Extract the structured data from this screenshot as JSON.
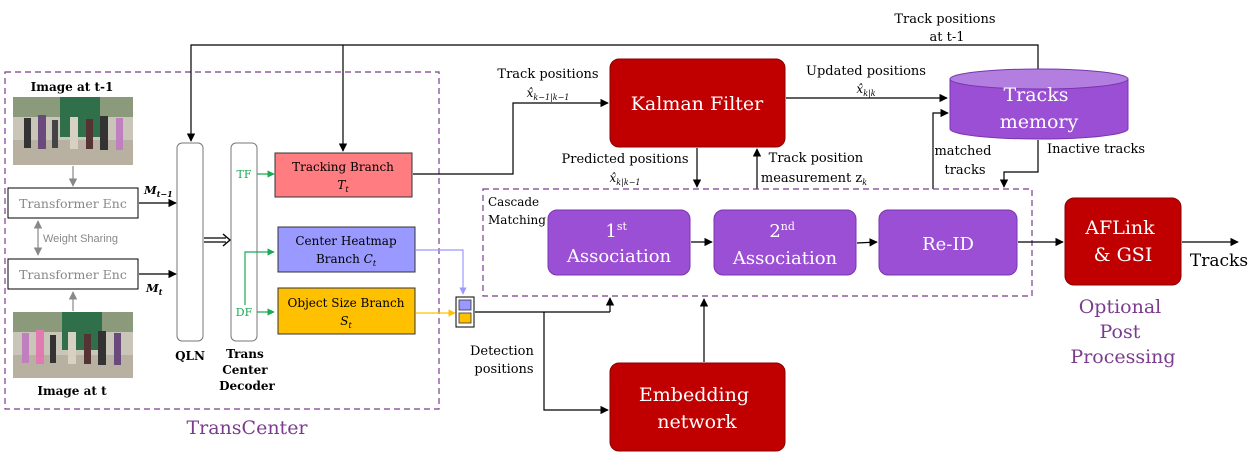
{
  "transcenter": {
    "title": "TransCenter",
    "image_t1": "Image at t-1",
    "image_t": "Image at t",
    "encoder_top": "Transformer Enc",
    "encoder_bottom": "Transformer Enc",
    "weight_sharing": "Weight Sharing",
    "m_t1": "M",
    "m_t1_sub": "t−1",
    "m_t": "M",
    "m_t_sub": "t",
    "qln": "QLN",
    "decoder_line1": "Trans",
    "decoder_line2": "Center",
    "decoder_line3": "Decoder",
    "tf": "TF",
    "df": "DF",
    "tracking_branch": "Tracking Branch",
    "tracking_symbol": "T",
    "center_heatmap_line1": "Center Heatmap",
    "center_heatmap_line2": "Branch",
    "center_symbol": "C",
    "object_size_line1": "Object Size Branch",
    "size_symbol": "S",
    "sub_t": "t"
  },
  "kalman": {
    "label": "Kalman Filter",
    "track_positions": "Track positions",
    "track_pos_formula": "x̂",
    "track_pos_sub": "k−1|k−1",
    "updated_positions": "Updated positions",
    "updated_formula": "x̂",
    "updated_sub": "k|k",
    "predicted_positions": "Predicted positions",
    "predicted_formula": "x̂",
    "predicted_sub": "k|k−1",
    "measurement_line1": "Track position",
    "measurement_line2": "measurement z",
    "measurement_sub": "k"
  },
  "tracks_memory": {
    "label_line1": "Tracks",
    "label_line2": "memory",
    "prev_line1": "Track positions",
    "prev_line2": "at t-1",
    "matched_line1": "matched",
    "matched_line2": "tracks",
    "inactive": "Inactive tracks"
  },
  "cascade": {
    "label_line1": "Cascade",
    "label_line2": "Matching",
    "assoc1_num": "1",
    "assoc1_sup": "st",
    "assoc1_label": "Association",
    "assoc2_num": "2",
    "assoc2_sup": "nd",
    "assoc2_label": "Association",
    "reid": "Re-ID"
  },
  "embedding": {
    "line1": "Embedding",
    "line2": "network",
    "detection_line1": "Detection",
    "detection_line2": "positions"
  },
  "post": {
    "aflink_line1": "AFLink",
    "aflink_line2": "& GSI",
    "tracks": "Tracks",
    "optional_line1": "Optional",
    "optional_line2": "Post",
    "optional_line3": "Processing"
  },
  "colors": {
    "dark_red": "#c00000",
    "purple": "#9b4fd4",
    "purple_dark": "#7a35b0",
    "dashed_border": "#7a3c8c",
    "tracking_fill": "#ff7c80",
    "center_fill": "#9999ff",
    "size_fill": "#ffc000",
    "green": "#1aaa55",
    "transcenter_text": "#7a3c8c"
  }
}
